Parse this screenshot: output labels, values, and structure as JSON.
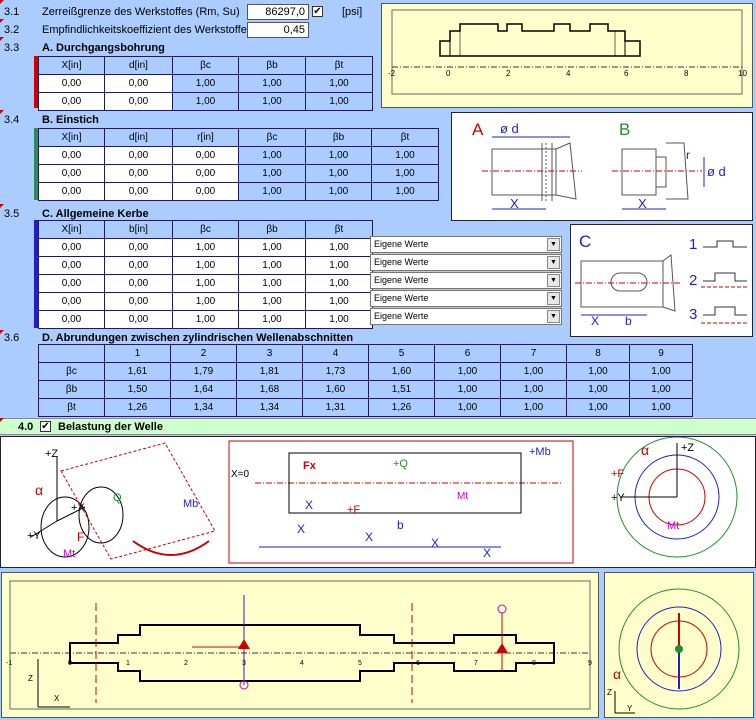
{
  "s31": {
    "num": "3.1",
    "label": "Zerreißgrenze des Werkstoffes (Rm, Su)",
    "value": "86297,0",
    "checked": "✔",
    "unit": "[psi]"
  },
  "s32": {
    "num": "3.2",
    "label": "Empfindlichkeitskoeffizient des Werkstoffes",
    "value": "0,45"
  },
  "s33": {
    "num": "3.3",
    "title": "A. Durchgangsbohrung",
    "headers": [
      "X[in]",
      "d[in]",
      "βc",
      "βb",
      "βt"
    ],
    "rows": [
      [
        "0,00",
        "0,00",
        "1,00",
        "1,00",
        "1,00"
      ],
      [
        "0,00",
        "0,00",
        "1,00",
        "1,00",
        "1,00"
      ]
    ]
  },
  "s34": {
    "num": "3.4",
    "title": "B. Einstich",
    "headers": [
      "X[in]",
      "d[in]",
      "r[in]",
      "βc",
      "βb",
      "βt"
    ],
    "rows": [
      [
        "0,00",
        "0,00",
        "0,00",
        "1,00",
        "1,00",
        "1,00"
      ],
      [
        "0,00",
        "0,00",
        "0,00",
        "1,00",
        "1,00",
        "1,00"
      ],
      [
        "0,00",
        "0,00",
        "0,00",
        "1,00",
        "1,00",
        "1,00"
      ]
    ]
  },
  "s35": {
    "num": "3.5",
    "title": "C. Allgemeine Kerbe",
    "headers": [
      "X[in]",
      "b[in]",
      "βc",
      "βb",
      "βt"
    ],
    "rows": [
      [
        "0,00",
        "0,00",
        "1,00",
        "1,00",
        "1,00"
      ],
      [
        "0,00",
        "0,00",
        "1,00",
        "1,00",
        "1,00"
      ],
      [
        "0,00",
        "0,00",
        "1,00",
        "1,00",
        "1,00"
      ],
      [
        "0,00",
        "0,00",
        "1,00",
        "1,00",
        "1,00"
      ],
      [
        "0,00",
        "0,00",
        "1,00",
        "1,00",
        "1,00"
      ]
    ],
    "combo": "Eigene Werte",
    "arrow": "▼"
  },
  "s36": {
    "num": "3.6",
    "title": "D. Abrundungen zwischen zylindrischen Wellenabschnitten",
    "headers": [
      "1",
      "2",
      "3",
      "4",
      "5",
      "6",
      "7",
      "8",
      "9"
    ],
    "rows": [
      {
        "label": "βc",
        "values": [
          "1,61",
          "1,79",
          "1,81",
          "1,73",
          "1,60",
          "1,00",
          "1,00",
          "1,00",
          "1,00"
        ]
      },
      {
        "label": "βb",
        "values": [
          "1,50",
          "1,64",
          "1,68",
          "1,60",
          "1,51",
          "1,00",
          "1,00",
          "1,00",
          "1,00"
        ]
      },
      {
        "label": "βt",
        "values": [
          "1,26",
          "1,34",
          "1,34",
          "1,31",
          "1,26",
          "1,00",
          "1,00",
          "1,00",
          "1,00"
        ]
      }
    ]
  },
  "s40": {
    "num": "4.0",
    "checked": "✔",
    "title": "Belastung der Welle"
  },
  "top_plot": {
    "ticks": [
      "-2",
      "0",
      "2",
      "4",
      "6",
      "8",
      "10"
    ]
  },
  "bottom_plot": {
    "ticks": [
      "-1",
      "0",
      "1",
      "2",
      "3",
      "4",
      "5",
      "6",
      "7",
      "8",
      "9"
    ]
  },
  "diagram_labels": {
    "A": "A",
    "B": "B",
    "C": "C",
    "od": "ø d",
    "x": "X",
    "r": "r",
    "b": "b",
    "n1": "1",
    "n2": "2",
    "n3": "3",
    "z": "+Z",
    "y": "+Y",
    "plx": "+X",
    "f": "F",
    "mt": "Mt",
    "mb": "+Mb",
    "mb2": "Mb",
    "q": "Q",
    "pq": "+Q",
    "fx": "Fx",
    "pf": "+F",
    "x0": "X=0",
    "alpha": "α",
    "rf": "+F",
    "rz": "+Z",
    "ry": "+Y",
    "bz": "Z",
    "by": "Y",
    "bx": "X"
  },
  "colors": {
    "bg": "#aaccff",
    "section_bar_a": "#cc0000",
    "section_bar_b": "#2e8b57",
    "section_bar_c": "#1f1fcc",
    "load_band": "#ccffcc"
  }
}
